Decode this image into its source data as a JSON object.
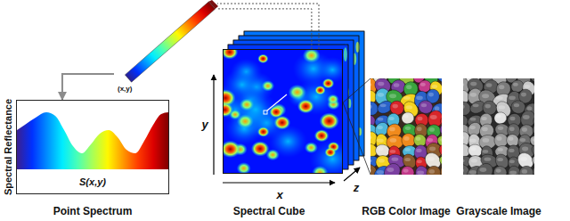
{
  "diagram": {
    "nodes": [
      {
        "text": [
          "Point Spectrum"
        ]
      },
      {
        "text": [
          "(x,y)"
        ]
      },
      {
        "text": [
          "Spectral Cube"
        ]
      },
      {
        "text": [
          "RGB Color Image"
        ]
      },
      {
        "text": [
          "Grayscale Image"
        ]
      }
    ],
    "edges": [
      {
        "from": 1,
        "to": 0,
        "arrow": "to"
      },
      {
        "from": 2,
        "to": 1,
        "arrow": "none"
      },
      {
        "from": 2,
        "to": 3,
        "arrow": "none"
      }
    ],
    "labels": [
      "Spectral Reflectance",
      "S(x,y)",
      "y",
      "x",
      "z"
    ]
  }
}
